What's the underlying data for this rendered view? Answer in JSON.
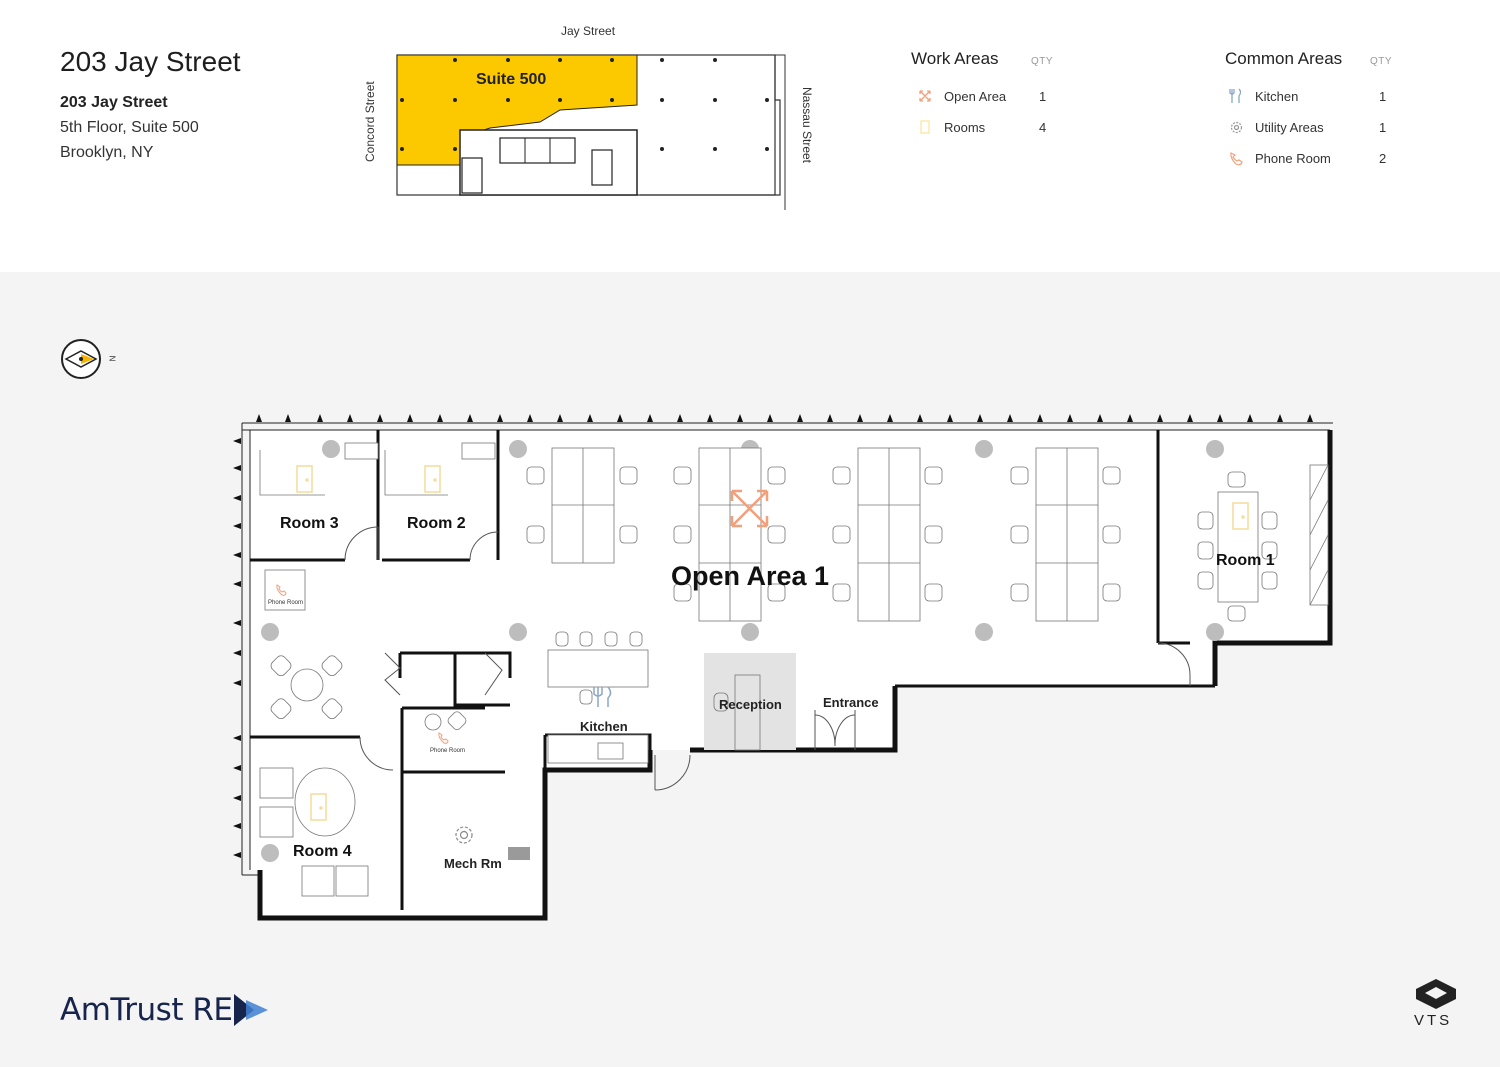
{
  "header": {
    "title": "203 Jay Street",
    "address_name": "203 Jay Street",
    "address_line1": "5th Floor, Suite 500",
    "address_line2": "Brooklyn, NY"
  },
  "key_plan": {
    "suite_label": "Suite 500",
    "street_top": "Jay Street",
    "street_left": "Concord Street",
    "street_right": "Nassau Street",
    "highlight_color": "#fcc800"
  },
  "work_areas": {
    "title": "Work Areas",
    "qty_header": "QTY",
    "items": [
      {
        "label": "Open Area",
        "qty": "1",
        "icon": "open-area-icon",
        "color": "#f2a07b"
      },
      {
        "label": "Rooms",
        "qty": "4",
        "icon": "room-icon",
        "color": "#fbe6a0"
      }
    ]
  },
  "common_areas": {
    "title": "Common Areas",
    "qty_header": "QTY",
    "items": [
      {
        "label": "Kitchen",
        "qty": "1",
        "icon": "kitchen-icon",
        "color": "#8aa6c8"
      },
      {
        "label": "Utility Areas",
        "qty": "1",
        "icon": "gear-icon",
        "color": "#999999"
      },
      {
        "label": "Phone Room",
        "qty": "2",
        "icon": "phone-icon",
        "color": "#f2a07b"
      }
    ]
  },
  "compass": {
    "label": "N",
    "accent": "#f6b400"
  },
  "floor_plan": {
    "rooms": {
      "room3": "Room 3",
      "room2": "Room 2",
      "room1": "Room 1",
      "room4": "Room 4",
      "open_area": "Open Area 1",
      "phone_room_1": "Phone Room",
      "phone_room_2": "Phone Room",
      "kitchen": "Kitchen",
      "reception": "Reception",
      "entrance": "Entrance",
      "mech": "Mech Rm"
    }
  },
  "logos": {
    "amtrust": "AmTrust RE",
    "vts": "VTS"
  }
}
